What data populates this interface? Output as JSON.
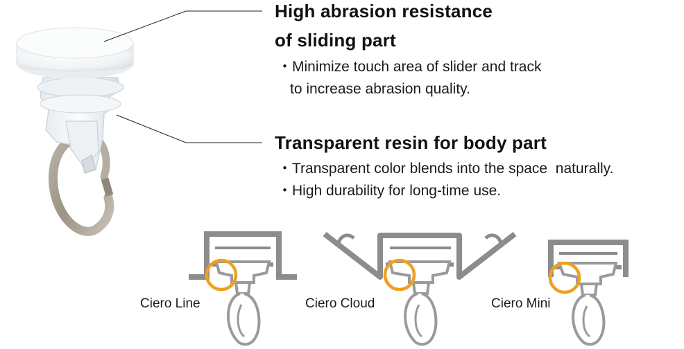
{
  "features": [
    {
      "heading": [
        "High abrasion resistance",
        "of sliding part"
      ],
      "bullets": [
        "・Minimize touch area of slider and track",
        "to increase abrasion quality."
      ]
    },
    {
      "heading": [
        "Transparent resin for body part"
      ],
      "bullets": [
        "・Transparent color blends into the space  naturally.",
        "・High durability for long-time use."
      ]
    }
  ],
  "tracks": [
    {
      "name": "Ciero Line"
    },
    {
      "name": "Ciero Cloud"
    },
    {
      "name": "Ciero Mini"
    }
  ],
  "colors": {
    "highlight": "#f0a020",
    "track": "#8c8c8c",
    "hook": "#9a9a9a",
    "ring": "#a8a294"
  }
}
